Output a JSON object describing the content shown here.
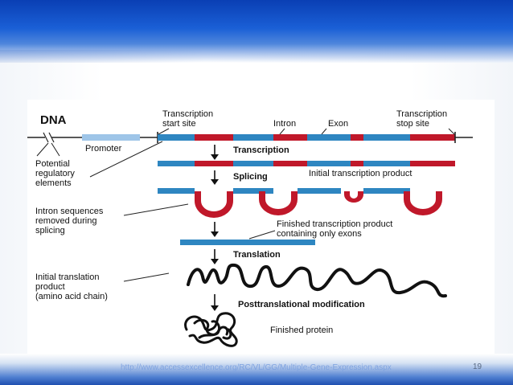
{
  "slide": {
    "page_number": "19",
    "source": "http://www.accessexcellence.org/RC/VL/GG/Multiple-Gene-Expression.aspx"
  },
  "colors": {
    "exon_blue": "#2e86c1",
    "intron_red": "#c0182a",
    "promoter": "#9ec5e8",
    "header_blue": "#0a3fb4"
  },
  "diagram": {
    "dna_label": "DNA",
    "transcription_start": "Transcription\nstart site",
    "transcription_stop": "Transcription\nstop site",
    "intron_label": "Intron",
    "exon_label": "Exon",
    "promoter_label": "Promoter",
    "regulatory_label": "Potential\nregulatory\nelements",
    "step_transcription": "Transcription",
    "initial_transcript": "Initial transcription product",
    "step_splicing": "Splicing",
    "intron_removed": "Intron sequences\nremoved during\nsplicing",
    "finished_transcript": "Finished transcription product\ncontaining only exons",
    "step_translation": "Translation",
    "initial_translation": "Initial translation\nproduct\n(amino acid chain)",
    "step_posttranslational": "Posttranslational modification",
    "finished_protein": "Finished protein"
  }
}
